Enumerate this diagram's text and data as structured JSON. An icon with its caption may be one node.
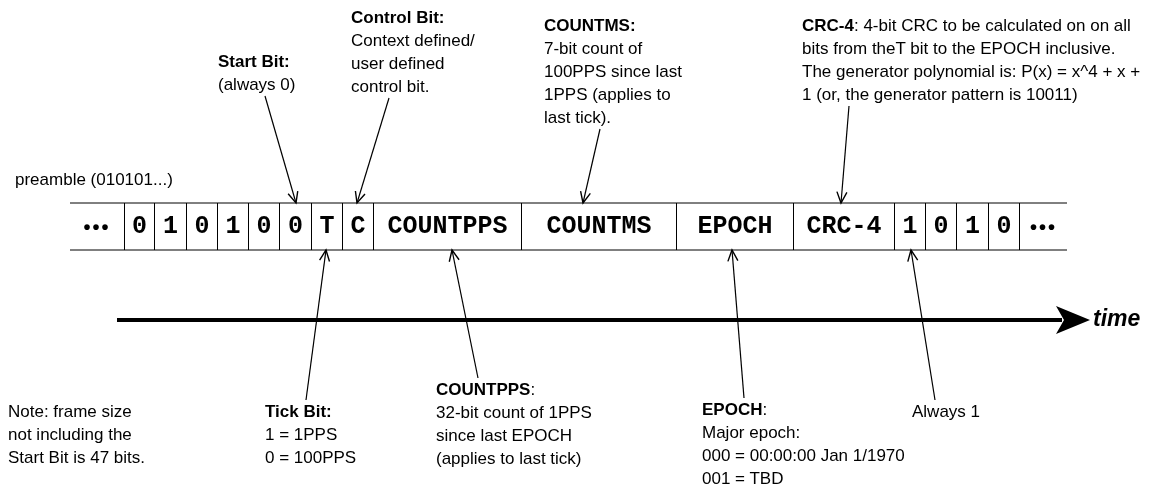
{
  "diagram": {
    "nodes": [
      {
        "text": [
          "•••"
        ]
      },
      {
        "text": [
          "0"
        ]
      },
      {
        "text": [
          "1"
        ]
      },
      {
        "text": [
          "0"
        ]
      },
      {
        "text": [
          "1"
        ]
      },
      {
        "text": [
          "0"
        ]
      },
      {
        "text": [
          "0"
        ]
      },
      {
        "text": [
          "T"
        ]
      },
      {
        "text": [
          "C"
        ]
      },
      {
        "text": [
          "COUNTPPS"
        ]
      },
      {
        "text": [
          "COUNTMS"
        ]
      },
      {
        "text": [
          "EPOCH"
        ]
      },
      {
        "text": [
          "CRC-4"
        ]
      },
      {
        "text": [
          "1"
        ]
      },
      {
        "text": [
          "0"
        ]
      },
      {
        "text": [
          "1"
        ]
      },
      {
        "text": [
          "0"
        ]
      },
      {
        "text": [
          "•••"
        ]
      },
      {
        "text": [
          "Start Bit:",
          "(always 0)"
        ]
      },
      {
        "text": [
          "Control Bit:",
          "Context defined/ user defined control bit."
        ]
      },
      {
        "text": [
          "COUNTMS:",
          "7-bit count of 100PPS since last 1PPS (applies to last tick)."
        ]
      },
      {
        "text": [
          "**CRC-4**: 4-bit CRC to be calculated on on all bits from theT bit to the EPOCH inclusive. The generator polynomial is: P(x) = x^4 + x + 1 (or, the generator pattern is 10011)"
        ]
      },
      {
        "text": [
          "Tick Bit:",
          "1 = 1PPS",
          "0 = 100PPS"
        ]
      },
      {
        "text": [
          "**COUNTPPS**:",
          "32-bit count of 1PPS since last EPOCH (applies to last tick)"
        ]
      },
      {
        "text": [
          "**EPOCH**:",
          "Major epoch:",
          "000 = 00:00:00 Jan 1/1970",
          "001 = TBD"
        ]
      },
      {
        "text": [
          "Always 1"
        ]
      }
    ],
    "edges": [
      {
        "from": 18,
        "to": 6,
        "arrow": "to"
      },
      {
        "from": 19,
        "to": 8,
        "arrow": "to"
      },
      {
        "from": 20,
        "to": 10,
        "arrow": "to"
      },
      {
        "from": 21,
        "to": 12,
        "arrow": "to"
      },
      {
        "from": 22,
        "to": 7,
        "arrow": "to"
      },
      {
        "from": 23,
        "to": 9,
        "arrow": "to"
      },
      {
        "from": 24,
        "to": 11,
        "arrow": "to"
      },
      {
        "from": 25,
        "to": 13,
        "arrow": "to"
      }
    ],
    "labels": [
      "preamble (010101...)",
      "time",
      "Note: frame size not including the Start Bit is 47 bits."
    ]
  }
}
